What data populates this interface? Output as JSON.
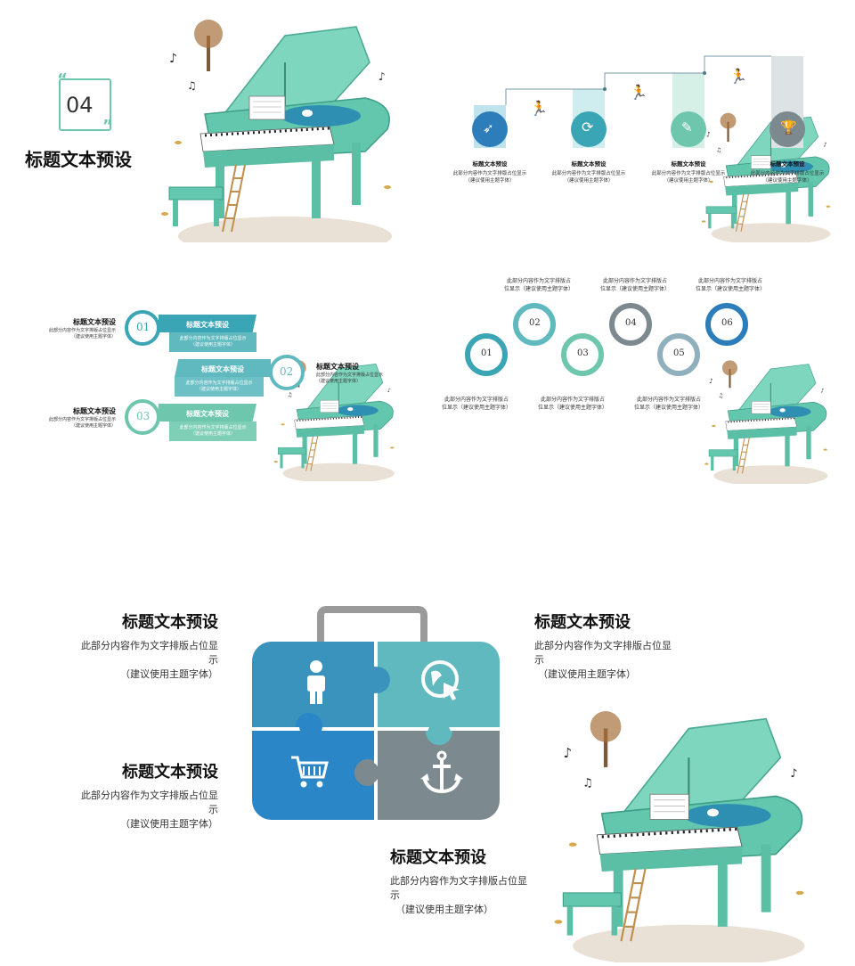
{
  "colors": {
    "teal_light": "#5fb9bf",
    "teal": "#3aa6b5",
    "blue": "#2a86c6",
    "blue_dark": "#2d7dba",
    "mint": "#6ec6ad",
    "gray": "#7c8a8f",
    "gray_light": "#b8c5c8",
    "piano": "#62c7ad",
    "text_dark": "#111111"
  },
  "slide1": {
    "number": "04",
    "title": "标题文本预设"
  },
  "slide2": {
    "steps": [
      {
        "title": "标题文本预设",
        "desc1": "此部分内容作为文字排版占位显示",
        "desc2": "（建议使用主题字体）",
        "icon": "rocket-icon"
      },
      {
        "title": "标题文本预设",
        "desc1": "此部分内容作为文字排版占位显示",
        "desc2": "（建议使用主题字体）",
        "icon": "refresh-icon"
      },
      {
        "title": "标题文本预设",
        "desc1": "此部分内容作为文字排版占位显示",
        "desc2": "（建议使用主题字体）",
        "icon": "brush-icon"
      },
      {
        "title": "标题文本预设",
        "desc1": "此部分内容作为文字排版占位显示",
        "desc2": "（建议使用主题字体）",
        "icon": "trophy-icon"
      }
    ]
  },
  "slide3": {
    "items": [
      {
        "num": "01",
        "ribbon": "标题文本预设",
        "ribbon_desc1": "此部分内容作为文字排版占位显示",
        "ribbon_desc2": "（建议使用主题字体）",
        "side_title": "标题文本预设",
        "side_desc1": "此部分内容作为文字排版占位显示",
        "side_desc2": "（建议使用主题字体）"
      },
      {
        "num": "02",
        "ribbon": "标题文本预设",
        "ribbon_desc1": "此部分内容作为文字排版占位显示",
        "ribbon_desc2": "（建议使用主题字体）",
        "side_title": "标题文本预设",
        "side_desc1": "此部分内容作为文字排版占位显示",
        "side_desc2": "（建议使用主题字体）"
      },
      {
        "num": "03",
        "ribbon": "标题文本预设",
        "ribbon_desc1": "此部分内容作为文字排版占位显示",
        "ribbon_desc2": "（建议使用主题字体）",
        "side_title": "标题文本预设",
        "side_desc1": "此部分内容作为文字排版占位显示",
        "side_desc2": "（建议使用主题字体）"
      }
    ]
  },
  "slide4": {
    "nodes": [
      "01",
      "02",
      "03",
      "04",
      "05",
      "06"
    ],
    "top_texts": [
      {
        "l1": "此部分内容作为文字排版占",
        "l2": "位显示（建议使用主题字体）"
      },
      {
        "l1": "此部分内容作为文字排版占",
        "l2": "位显示（建议使用主题字体）"
      },
      {
        "l1": "此部分内容作为文字排版占",
        "l2": "位显示（建议使用主题字体）"
      }
    ],
    "bottom_texts": [
      {
        "l1": "此部分内容作为文字排版占",
        "l2": "位显示（建议使用主题字体）"
      },
      {
        "l1": "此部分内容作为文字排版占",
        "l2": "位显示（建议使用主题字体）"
      },
      {
        "l1": "此部分内容作为文字排版占",
        "l2": "位显示（建议使用主题字体）"
      }
    ]
  },
  "slide5": {
    "blocks": [
      {
        "title": "标题文本预设",
        "l1": "此部分内容作为文字排版占位显",
        "l2": "示",
        "l3": "（建议使用主题字体）"
      },
      {
        "title": "标题文本预设",
        "l1": "此部分内容作为文字排版占位显",
        "l2": "示",
        "l3": "（建议使用主题字体）"
      },
      {
        "title": "标题文本预设",
        "l1": "此部分内容作为文字排版占位显",
        "l2": "示",
        "l3": "（建议使用主题字体）"
      },
      {
        "title": "标题文本预设",
        "l1": "此部分内容作为文字排版占位显",
        "l2": "示",
        "l3": "（建议使用主题字体）"
      }
    ],
    "puzzle_icons": [
      "person-icon",
      "globe-cursor-icon",
      "cart-icon",
      "anchor-icon"
    ]
  }
}
